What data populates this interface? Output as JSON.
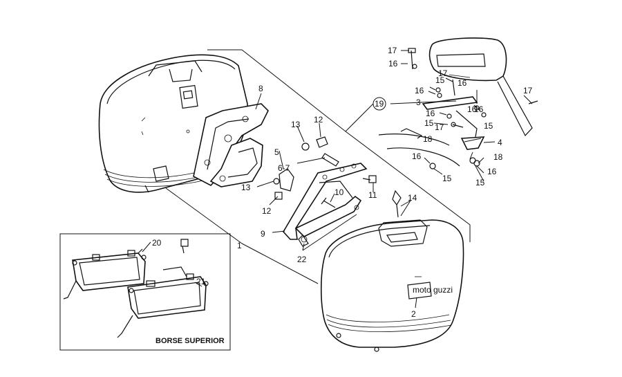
{
  "callouts": {
    "c1": "1",
    "c2": "2",
    "c3": "3",
    "c4": "4",
    "c5": "5",
    "c67": "6-7",
    "c8": "8",
    "c9": "9",
    "c10": "10",
    "c11": "11",
    "c12a": "12",
    "c12b": "12",
    "c13a": "13",
    "c13b": "13",
    "c14": "14",
    "c15a": "15",
    "c15b": "15",
    "c15c": "15",
    "c15d": "15",
    "c15e": "15",
    "c16a": "16",
    "c16b": "16",
    "c16c": "16",
    "c16d": "16",
    "c16e": "16",
    "c16f": "16",
    "c16g": "16",
    "c16h": "16",
    "c17a": "17",
    "c17b": "17",
    "c17c": "17",
    "c17d": "17",
    "c18a": "18",
    "c18b": "18",
    "c19": "19",
    "c20": "20",
    "c21": "21",
    "c22": "22"
  },
  "inset": {
    "caption": "BORSE SUPERIOR"
  },
  "badge": {
    "text": "moto guzzi"
  }
}
